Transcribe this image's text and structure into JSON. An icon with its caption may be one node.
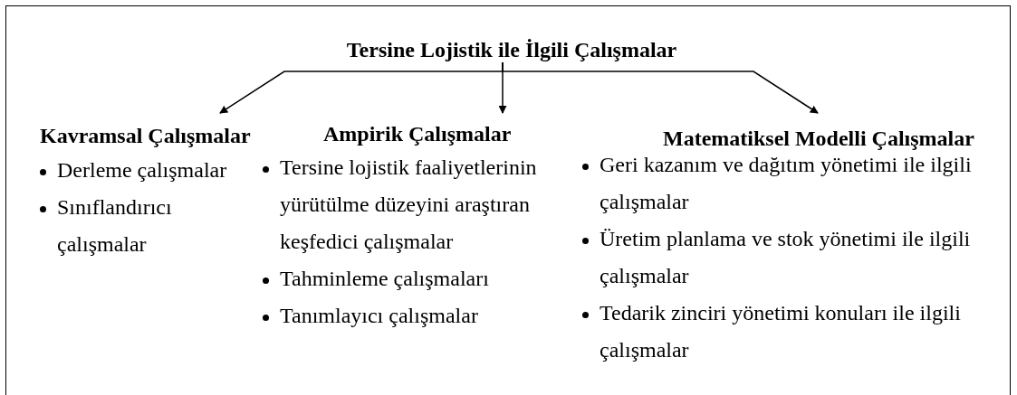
{
  "diagram": {
    "nodes": [
      {
        "text": [
          "Tersine Lojistik ile İlgili Çalışmalar"
        ]
      },
      {
        "text": [
          "Kavramsal Çalışmalar",
          "Derleme çalışmalar",
          "Sınıflandırıcı çalışmalar"
        ]
      },
      {
        "text": [
          "Ampirik Çalışmalar",
          "Tersine lojistik faaliyetlerinin yürütülme düzeyini araştıran keşfedici çalışmalar",
          "Tahminleme çalışmaları",
          "Tanımlayıcı çalışmalar"
        ]
      },
      {
        "text": [
          "Matematiksel Modelli Çalışmalar",
          "Geri kazanım ve dağıtım yönetimi ile ilgili çalışmalar",
          "Üretim planlama ve stok yönetimi ile ilgili çalışmalar",
          "Tedarik zinciri yönetimi konuları ile ilgili çalışmalar"
        ]
      }
    ],
    "edges": [
      {
        "from": 0,
        "to": 1,
        "arrow": "to"
      },
      {
        "from": 0,
        "to": 2,
        "arrow": "to"
      },
      {
        "from": 0,
        "to": 3,
        "arrow": "to"
      }
    ]
  }
}
